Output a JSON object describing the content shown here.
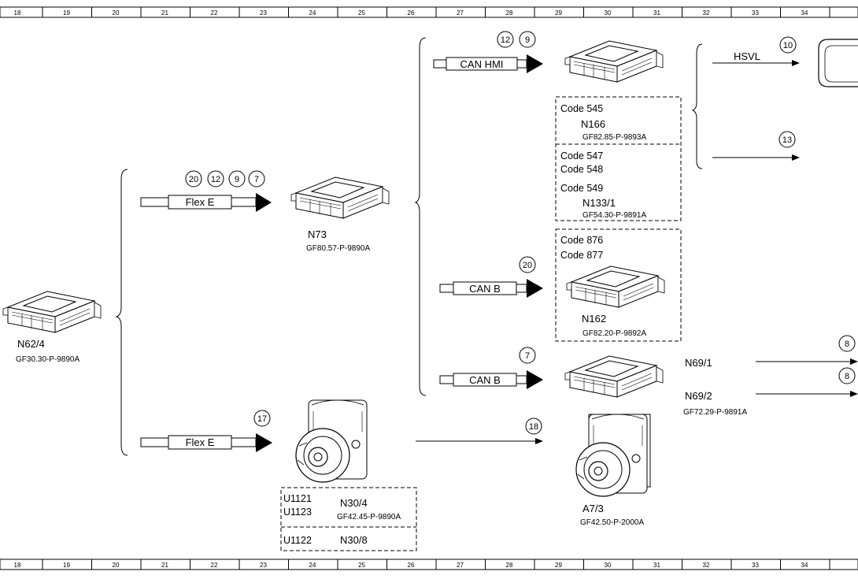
{
  "ruler": [
    "18",
    "19",
    "20",
    "21",
    "22",
    "23",
    "24",
    "25",
    "26",
    "27",
    "28",
    "29",
    "30",
    "31",
    "32",
    "33",
    "34"
  ],
  "connectors": {
    "flex_e_top": {
      "label": "Flex E",
      "refs": [
        "20",
        "12",
        "9",
        "7"
      ]
    },
    "flex_e_bottom": {
      "label": "Flex E",
      "refs": [
        "17"
      ]
    },
    "can_hmi": {
      "label": "CAN HMI",
      "refs": [
        "12",
        "9"
      ]
    },
    "can_b_upper": {
      "label": "CAN B",
      "refs": [
        "20"
      ]
    },
    "can_b_lower": {
      "label": "CAN B",
      "refs": [
        "7"
      ]
    },
    "hsvl": {
      "label": "HSVL",
      "refs": [
        "10"
      ]
    },
    "ref_13": {
      "refs": [
        "13"
      ]
    },
    "ref_18": {
      "refs": [
        "18"
      ]
    },
    "ref_8_upper": {
      "refs": [
        "8"
      ]
    },
    "ref_8_lower": {
      "refs": [
        "8"
      ]
    }
  },
  "modules": {
    "n62_4": {
      "name": "N62/4",
      "ref": "GF30.30-P-9890A"
    },
    "n73": {
      "name": "N73",
      "ref": "GF80.57-P-9890A"
    },
    "n166": {
      "code": "Code 545",
      "name": "N166",
      "ref": "GF82.85-P-9893A"
    },
    "n133_1": {
      "codes": [
        "Code 547",
        "Code 548",
        "Code 549"
      ],
      "name": "N133/1",
      "ref": "GF54.30-P-9891A"
    },
    "n162": {
      "codes": [
        "Code 876",
        "Code 877"
      ],
      "name": "N162",
      "ref": "GF82.20-P-9892A"
    },
    "n69": {
      "names": [
        "N69/1",
        "N69/2"
      ],
      "ref": "GF72.29-P-9891A"
    },
    "n30": {
      "codes_a": [
        "U1121",
        "U1123"
      ],
      "name_a": "N30/4",
      "ref_a": "GF42.45-P-9890A",
      "code_b": "U1122",
      "name_b": "N30/8"
    },
    "a7_3": {
      "name": "A7/3",
      "ref": "GF42.50-P-2000A"
    }
  }
}
